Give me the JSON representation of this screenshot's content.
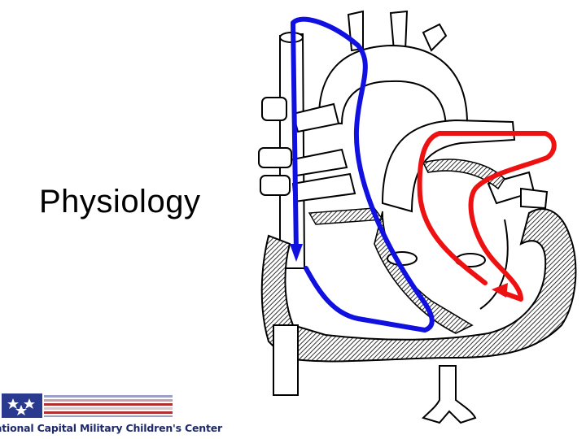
{
  "slide": {
    "title": "Physiology"
  },
  "footer": {
    "org_name": "ational Capital Military Children's Center"
  },
  "diagram": {
    "subject": "heart-cross-section",
    "colors": {
      "deoxygenated_path": "#1010e0",
      "oxygenated_path": "#ee1111",
      "outline": "#000000"
    }
  }
}
